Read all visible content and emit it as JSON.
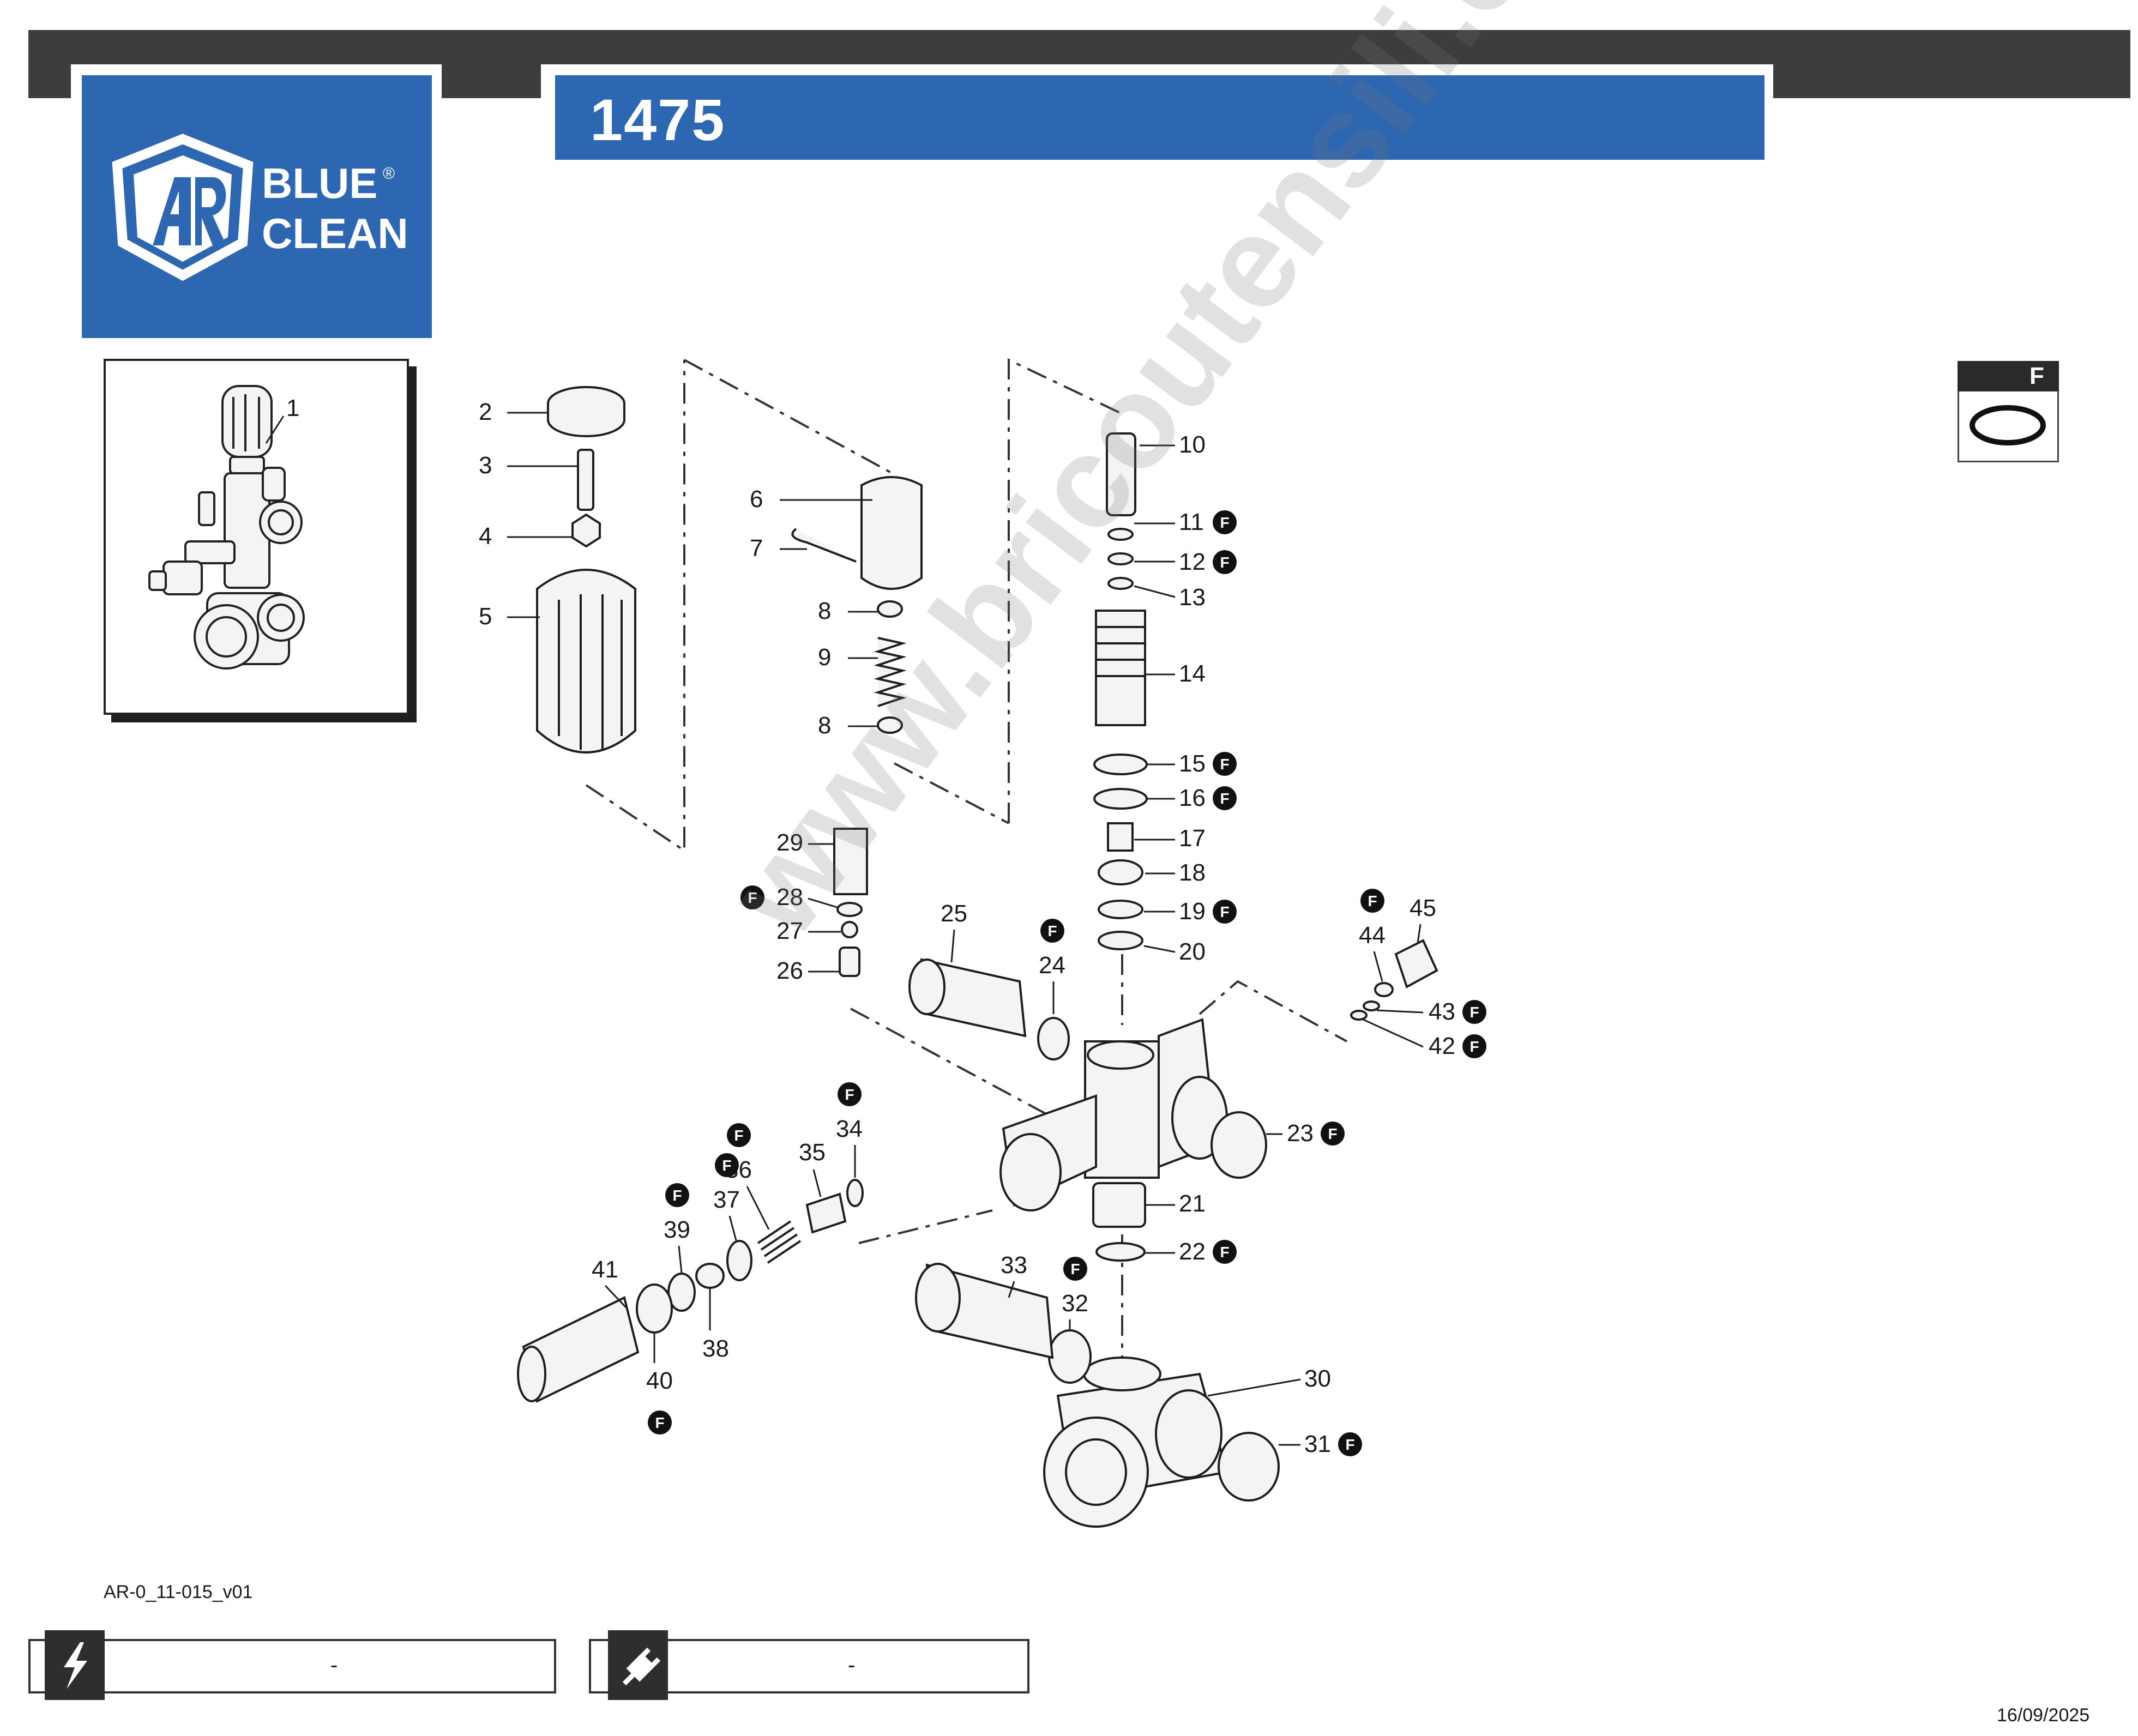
{
  "header": {
    "model_title": "1475",
    "brand_line1": "BLUE",
    "brand_line2": "CLEAN",
    "brand_mark": "®"
  },
  "legend": {
    "letter": "F",
    "icon": "o-ring-icon"
  },
  "diagram": {
    "thumbnail_label": "1",
    "callouts": [
      {
        "label": "2"
      },
      {
        "label": "3"
      },
      {
        "label": "4"
      },
      {
        "label": "5"
      },
      {
        "label": "6"
      },
      {
        "label": "7"
      },
      {
        "label": "8"
      },
      {
        "label": "9"
      },
      {
        "label": "8"
      },
      {
        "label": "10"
      },
      {
        "label": "11",
        "f": true
      },
      {
        "label": "12",
        "f": true
      },
      {
        "label": "13"
      },
      {
        "label": "14"
      },
      {
        "label": "15",
        "f": true
      },
      {
        "label": "16",
        "f": true
      },
      {
        "label": "17"
      },
      {
        "label": "18"
      },
      {
        "label": "19",
        "f": true
      },
      {
        "label": "20"
      },
      {
        "label": "21"
      },
      {
        "label": "22",
        "f": true
      },
      {
        "label": "23",
        "f": true
      },
      {
        "label": "24",
        "f": true
      },
      {
        "label": "25"
      },
      {
        "label": "26"
      },
      {
        "label": "27"
      },
      {
        "label": "28",
        "f": true
      },
      {
        "label": "29"
      },
      {
        "label": "30"
      },
      {
        "label": "31",
        "f": true
      },
      {
        "label": "32",
        "f": true
      },
      {
        "label": "33"
      },
      {
        "label": "34",
        "f": true
      },
      {
        "label": "35"
      },
      {
        "label": "36",
        "f": true
      },
      {
        "label": "37",
        "f": true
      },
      {
        "label": "38"
      },
      {
        "label": "39",
        "f": true
      },
      {
        "label": "40",
        "f": true
      },
      {
        "label": "41"
      },
      {
        "label": "42",
        "f": true
      },
      {
        "label": "43",
        "f": true
      },
      {
        "label": "44",
        "f": true
      },
      {
        "label": "45"
      }
    ],
    "badge_letter": "F"
  },
  "watermark": "www.bricoutensili.com",
  "footer": {
    "doc_code": "AR-0_11-015_v01",
    "power_value": "-",
    "plug_value": "-",
    "date": "16/09/2025",
    "power_icon": "lightning-icon",
    "plug_icon": "plug-icon"
  }
}
